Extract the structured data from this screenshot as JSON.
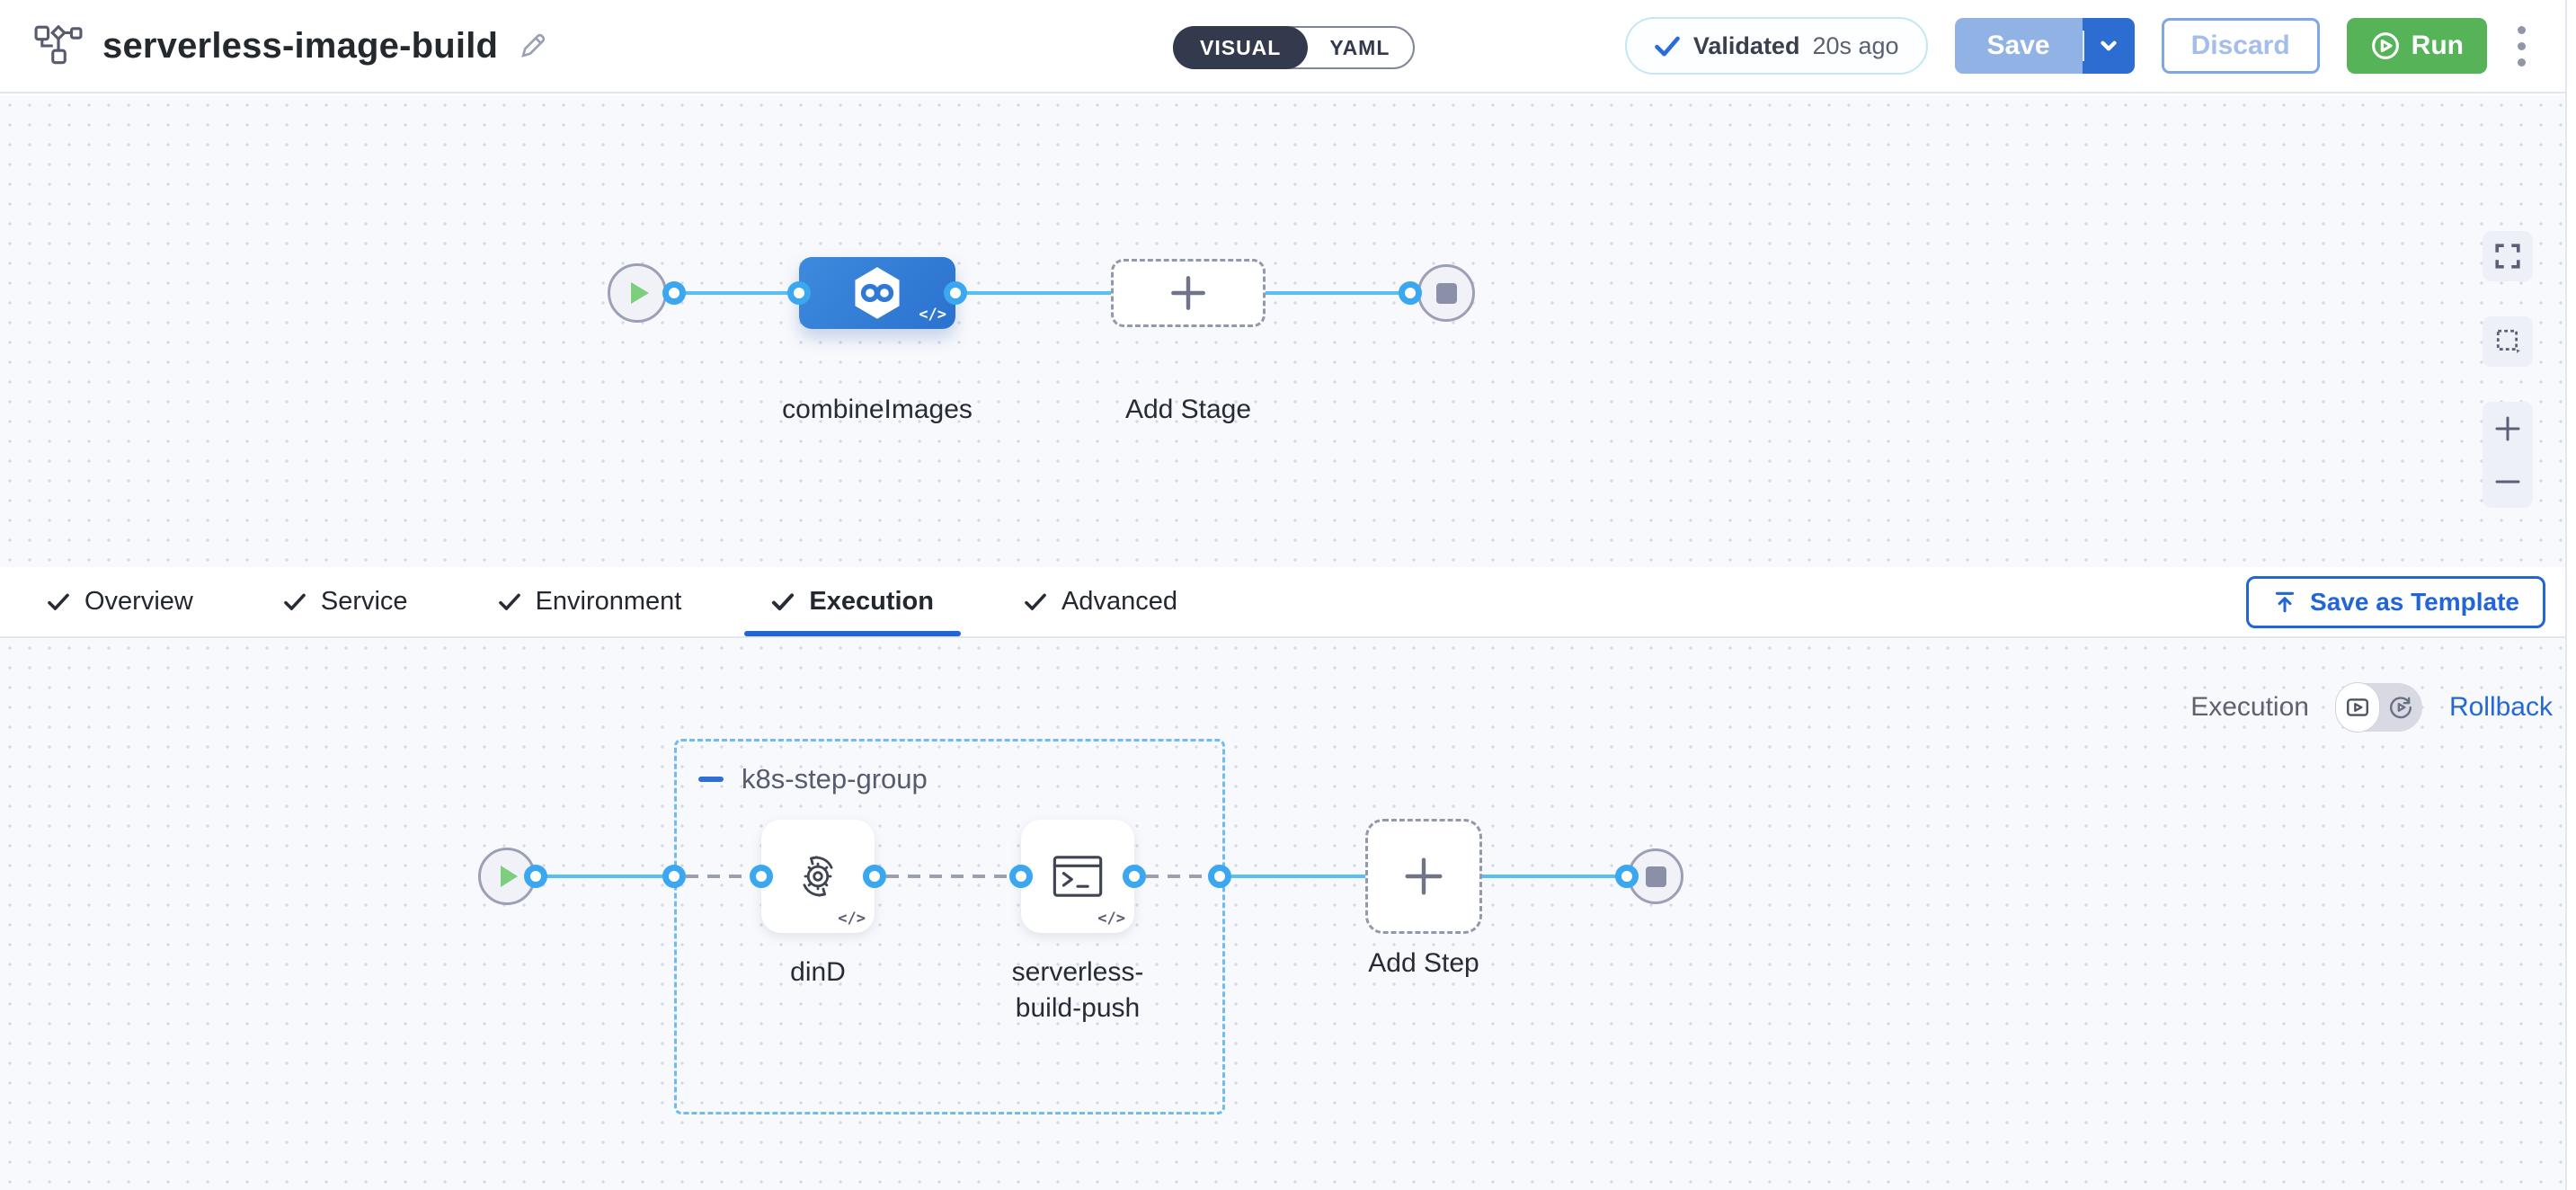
{
  "header": {
    "title": "serverless-image-build",
    "mode_toggle": {
      "visual": "VISUAL",
      "yaml": "YAML",
      "selected": "VISUAL"
    },
    "validation": {
      "label": "Validated",
      "time": "20s ago"
    },
    "buttons": {
      "save": "Save",
      "discard": "Discard",
      "run": "Run"
    }
  },
  "stage_canvas": {
    "stage_name": "combineImages",
    "add_stage_label": "Add Stage",
    "code_badge": "</>"
  },
  "config_tabs": {
    "items": [
      {
        "label": "Overview"
      },
      {
        "label": "Service"
      },
      {
        "label": "Environment"
      },
      {
        "label": "Execution"
      },
      {
        "label": "Advanced"
      }
    ],
    "active": "Execution",
    "save_as_template": "Save as Template"
  },
  "execution_canvas": {
    "mode_label": "Execution",
    "rollback_label": "Rollback",
    "group_name": "k8s-step-group",
    "steps": [
      {
        "name": "dinD"
      },
      {
        "name": "serverless-build-push"
      }
    ],
    "add_step_label": "Add Step",
    "code_badge": "</>"
  },
  "colors": {
    "accent_blue": "#2165d6",
    "node_blue": "#2e7bd6",
    "connector_blue": "#57bff2",
    "group_border_blue": "#6fbcee",
    "run_green": "#56b358",
    "save_disabled_blue": "#90b2e5",
    "toggle_dark": "#343a4e"
  }
}
